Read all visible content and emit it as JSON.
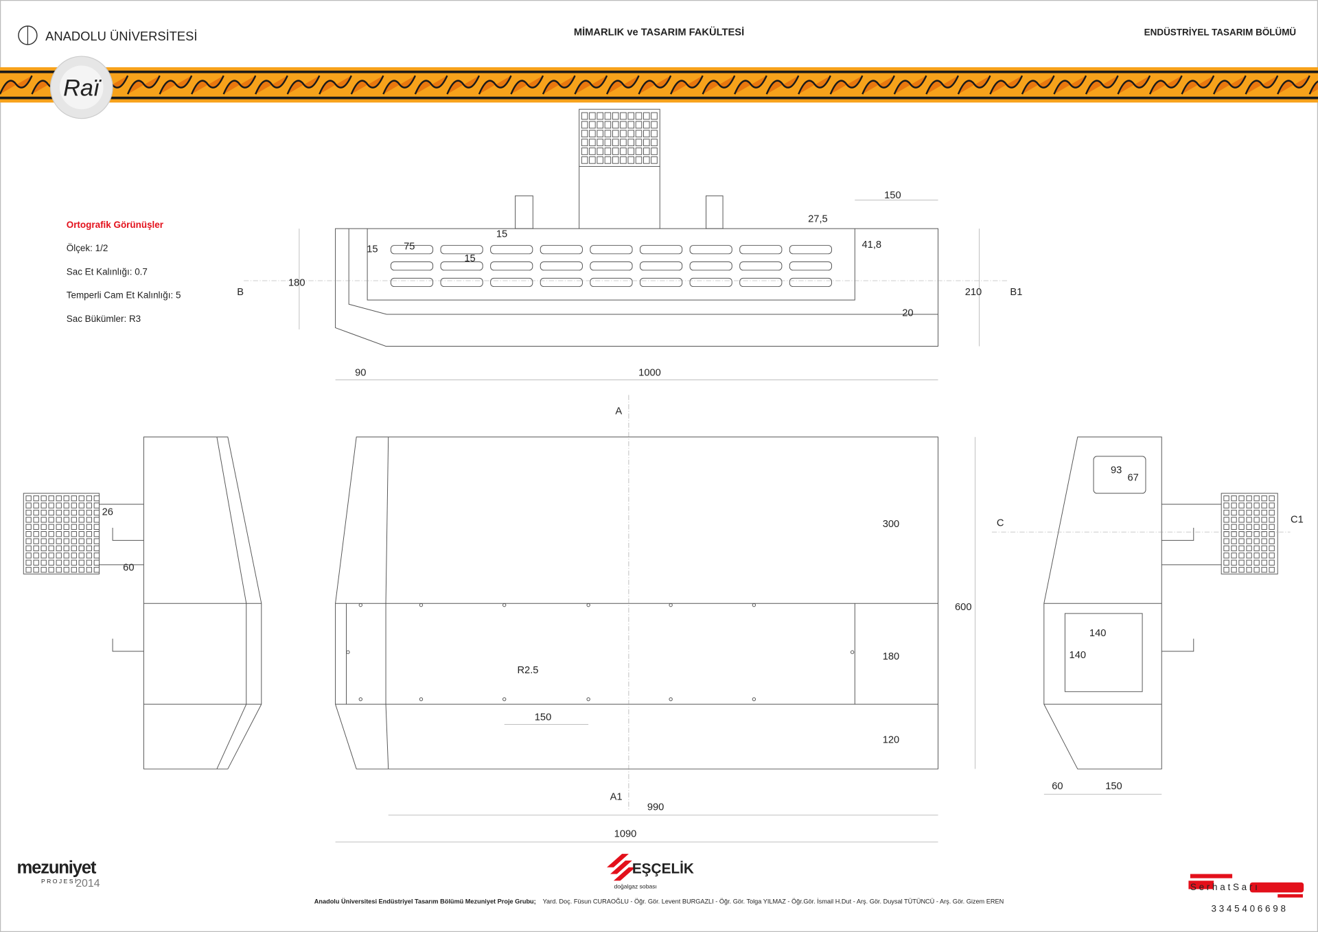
{
  "header": {
    "university": "ANADOLU ÜNİVERSİTESİ",
    "faculty": "MİMARLIK ve TASARIM FAKÜLTESİ",
    "department": "ENDÜSTRİYEL TASARIM BÖLÜMÜ",
    "brand_badge": "Raï",
    "band_colors": {
      "orange": "#f7a21b",
      "dark": "#1a1a1a"
    }
  },
  "info": {
    "title": "Ortografik Görünüşler",
    "title_color": "#e3101b",
    "lines": [
      "Ölçek: 1/2",
      "Sac Et Kalınlığı: 0.7",
      "Temperli Cam Et Kalınlığı: 5",
      "Sac Bükümler: R3"
    ]
  },
  "dimensions": {
    "top": [
      "150",
      "27,5",
      "15",
      "75",
      "15",
      "15",
      "41,8",
      "180",
      "210",
      "20",
      "90",
      "1000"
    ],
    "section_labels": [
      "B",
      "B1",
      "A",
      "A1",
      "C",
      "C1"
    ],
    "left": [
      "26",
      "60"
    ],
    "front": [
      "300",
      "600",
      "180",
      "120",
      "R2.5",
      "150",
      "990",
      "1090"
    ],
    "right": [
      "93",
      "67",
      "140",
      "140",
      "60",
      "150"
    ]
  },
  "footer": {
    "logo_left": "mezuniyet",
    "logo_left_sub": "PROJESİ",
    "logo_left_year": "2014",
    "sponsor": "EŞÇELİK",
    "sponsor_sub": "doğalgaz sobası",
    "sponsor_color": "#e3101b",
    "credits_bold": "Anadolu Üniversitesi Endüstriyel Tasarım Bölümü Mezuniyet Proje Grubu;",
    "credits": "Yard. Doç. Füsun CURAOĞLU  -  Öğr. Gör. Levent BURGAZLI  -  Öğr. Gör. Tolga YILMAZ  -  Öğr.Gör. İsmail H.Dut  -  Arş. Gör. Duysal TÜTÜNCÜ  -  Arş. Gör. Gizem EREN",
    "author": "S e r h a t   S a r ı",
    "student_no": "3 3 4 5 4 0 6 6 9 8"
  }
}
